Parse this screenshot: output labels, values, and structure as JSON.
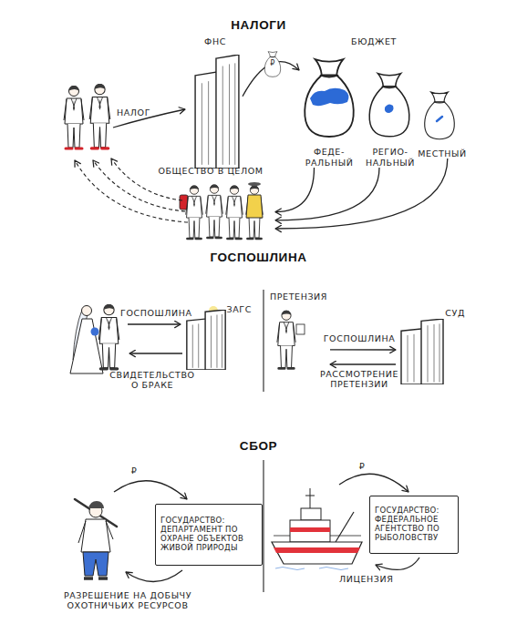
{
  "diagram": {
    "nodes": [
      {
        "text": [
          "ФНС"
        ]
      },
      {
        "text": [
          "ФЕДЕ- РАЛЬНЫЙ"
        ]
      },
      {
        "text": [
          "РЕГИО- НАЛЬНЫЙ"
        ]
      },
      {
        "text": [
          "МЕСТНЫЙ"
        ]
      },
      {
        "text": [
          "ОБЩЕСТВО В ЦЕЛОМ"
        ]
      },
      {
        "text": [
          "ЗАГС"
        ]
      },
      {
        "text": [
          "ПРЕТЕНЗИЯ"
        ]
      },
      {
        "text": [
          "СУД"
        ]
      },
      {
        "text": [
          "ГОСУДАРСТВО: ДЕПАРТАМЕНТ ПО ОХРАНЕ ОБЪЕКТОВ ЖИВОЙ ПРИРОДЫ"
        ]
      },
      {
        "text": [
          "ГОСУДАРСТВО: ФЕДЕРАЛЬНОЕ АГЕНТСТВО ПО РЫБОЛОВСТВУ"
        ]
      }
    ],
    "edges": [
      {
        "from": 0,
        "to": 1,
        "label": "₽",
        "arrow": "to"
      },
      {
        "from": 1,
        "to": 4,
        "arrow": "to"
      },
      {
        "from": 2,
        "to": 4,
        "arrow": "to"
      },
      {
        "from": 3,
        "to": 4,
        "arrow": "to"
      },
      {
        "from": 6,
        "to": 7,
        "label": "ГОСПОШЛИНА",
        "arrow": "to"
      },
      {
        "from": 7,
        "to": 6,
        "label": "РАССМОТРЕНИЕ ПРЕТЕНЗИИ",
        "arrow": "to"
      }
    ],
    "labels": [
      "НАЛОГИ",
      "НАЛОГ",
      "БЮДЖЕТ",
      "ГОСПОШЛИНА",
      "ГОСПОШЛИНА",
      "СВИДЕТЕЛЬСТВО О БРАКЕ",
      "СБОР",
      "₽",
      "РАЗРЕШЕНИЕ НА ДОБЫЧУ ОХОТНИЧЬИХ РЕСУРСОВ",
      "₽",
      "ЛИЦЕНЗИЯ"
    ]
  }
}
